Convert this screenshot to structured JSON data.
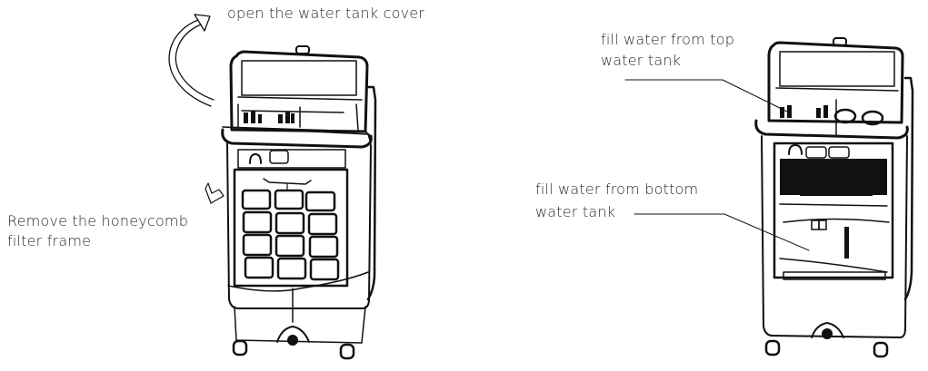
{
  "figure_left": {
    "title": "Remove filter / open cover illustration",
    "labels": {
      "open_cover": "open the water tank cover",
      "remove_filter_line1": "Remove the honeycomb",
      "remove_filter_line2": "filter frame"
    },
    "icons": [
      "curved-arrow-icon",
      "down-arrow-icon"
    ],
    "filter_grid": {
      "rows": 4,
      "cols": 3
    }
  },
  "figure_right": {
    "title": "Fill water illustration",
    "labels": {
      "top_tank_line1": "fill water from top",
      "top_tank_line2": "water tank",
      "bottom_tank_line1": "fill water from bottom",
      "bottom_tank_line2": "water tank"
    }
  },
  "colors": {
    "line": "#111111",
    "text": "#2b2b2b",
    "background": "#ffffff"
  }
}
